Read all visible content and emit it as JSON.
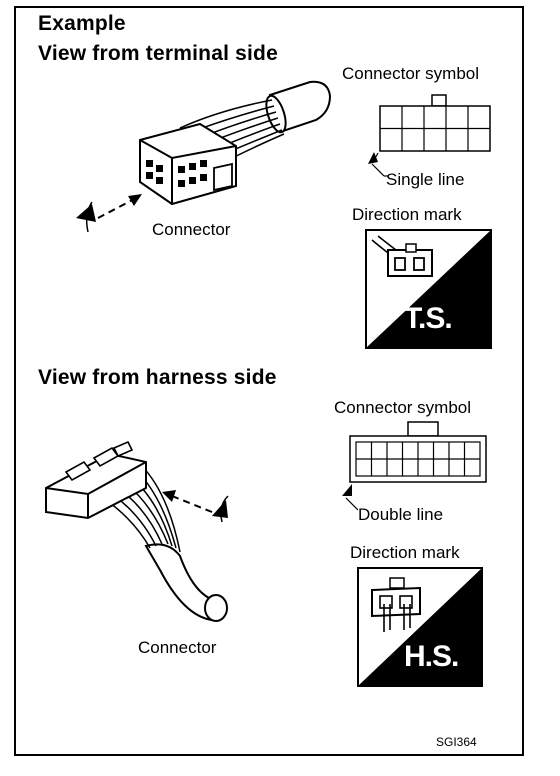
{
  "example_title": "Example",
  "terminal_section": {
    "heading": "View from terminal side",
    "connector_label": "Connector",
    "symbol_title": "Connector symbol",
    "line_label": "Single line",
    "direction_title": "Direction mark",
    "badge": "T.S."
  },
  "harness_section": {
    "heading": "View from harness side",
    "connector_label": "Connector",
    "symbol_title": "Connector symbol",
    "line_label": "Double line",
    "direction_title": "Direction mark",
    "badge": "H.S."
  },
  "figure_code": "SGI364"
}
